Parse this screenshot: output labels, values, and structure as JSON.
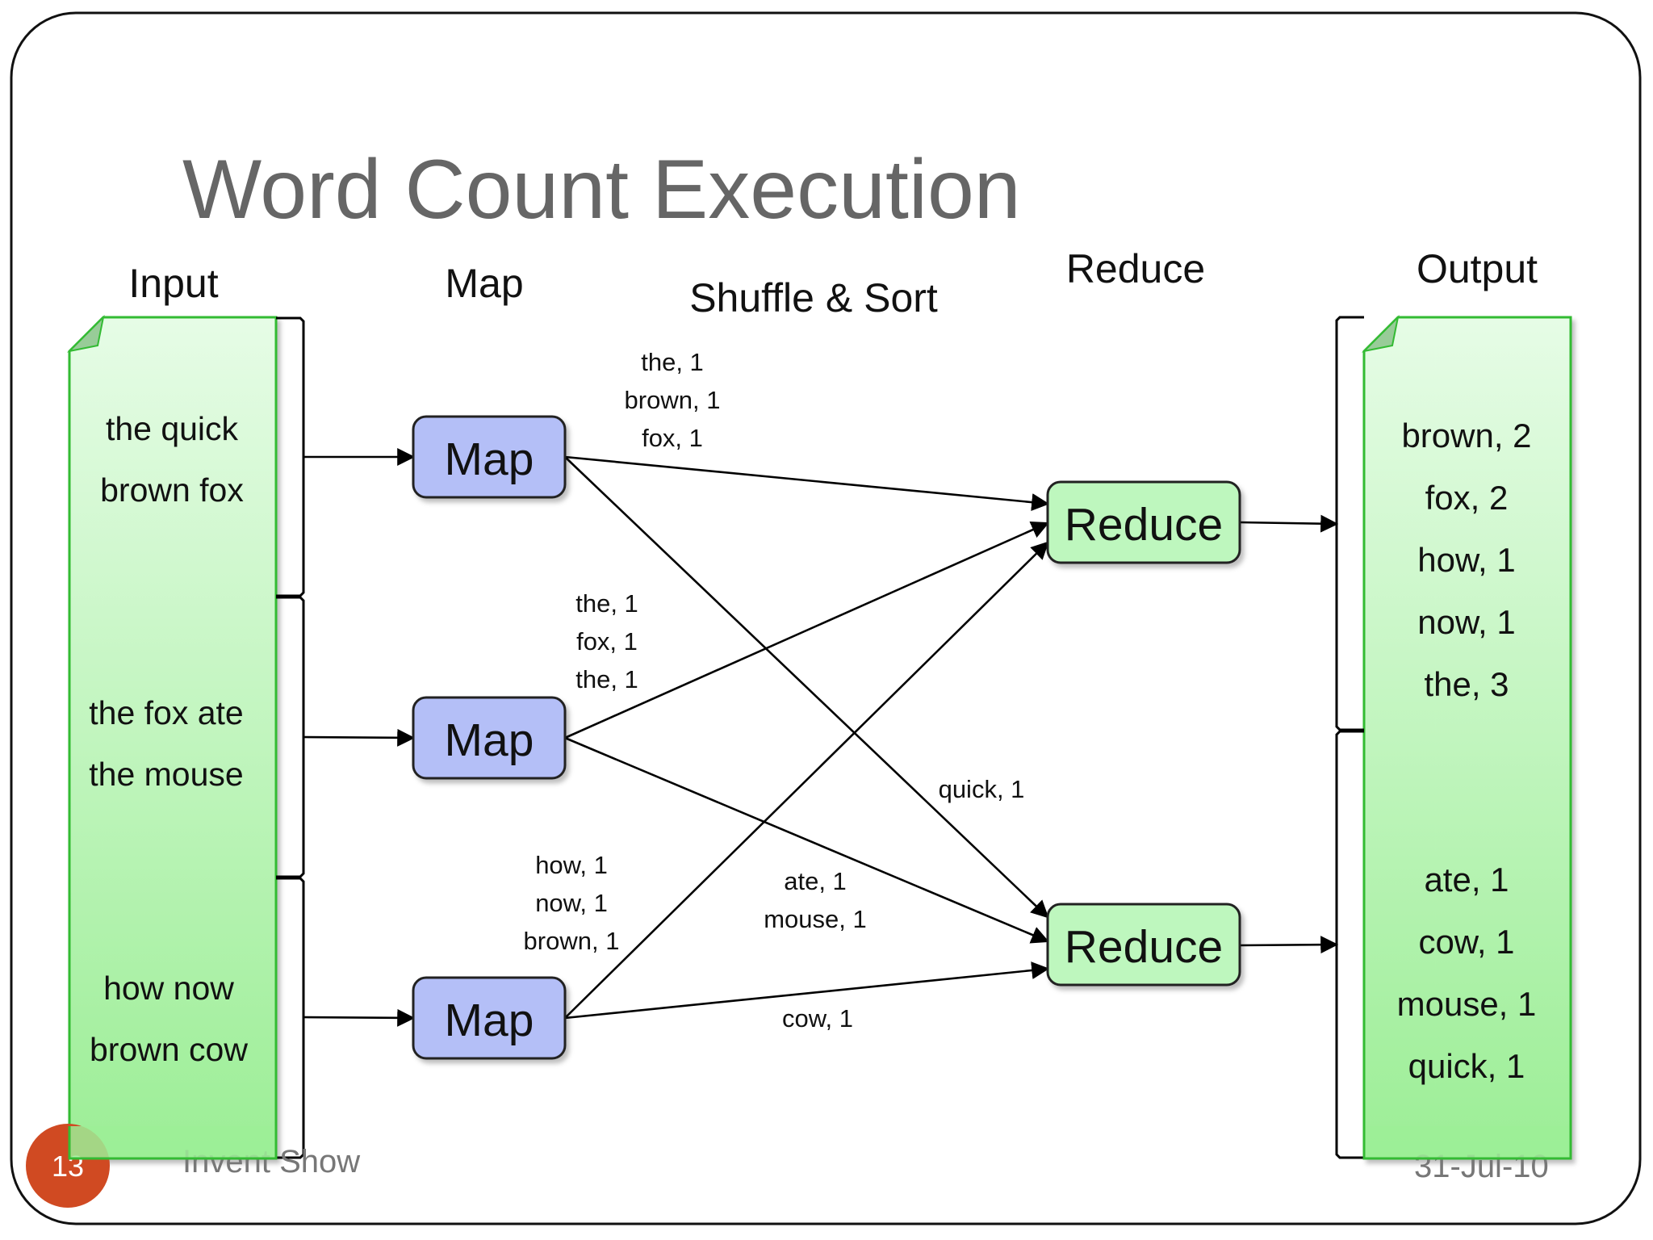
{
  "slide": {
    "title": "Word Count Execution",
    "footer_left": "Invent Show",
    "footer_right": "31-Jul-10",
    "page_number": "13"
  },
  "columns": {
    "input": "Input",
    "map": "Map",
    "shuffle": "Shuffle & Sort",
    "reduce": "Reduce",
    "output": "Output"
  },
  "input_doc": [
    {
      "line1": "the quick",
      "line2": "brown fox"
    },
    {
      "line1": "the fox ate",
      "line2": "the mouse"
    },
    {
      "line1": "how now",
      "line2": "brown cow"
    }
  ],
  "map_boxes": [
    {
      "label": "Map"
    },
    {
      "label": "Map"
    },
    {
      "label": "Map"
    }
  ],
  "reduce_boxes": [
    {
      "label": "Reduce"
    },
    {
      "label": "Reduce"
    }
  ],
  "map_outputs": {
    "map1_to_reduce1": [
      "the, 1",
      "brown, 1",
      "fox, 1"
    ],
    "map2_to_reduce1": [
      "the, 1",
      "fox, 1",
      "the, 1"
    ],
    "map3_to_reduce1": [
      "how, 1",
      "now, 1",
      "brown, 1"
    ],
    "map1_to_reduce2": "quick, 1",
    "map2_to_reduce2": [
      "ate, 1",
      "mouse, 1"
    ],
    "map3_to_reduce2": "cow, 1"
  },
  "output_doc": {
    "reduce1": [
      "brown, 2",
      "fox, 2",
      "how, 1",
      "now, 1",
      "the, 3"
    ],
    "reduce2": [
      "ate, 1",
      "cow, 1",
      "mouse, 1",
      "quick, 1"
    ]
  },
  "colors": {
    "map_fill": "#B4BFF7",
    "reduce_fill": "#BEF7BE",
    "doc_green_top": "#E6FCE6",
    "doc_green_bottom": "#9CEE96",
    "doc_border": "#33BB33",
    "page_badge": "#D04A22",
    "title_gray": "#666666"
  }
}
